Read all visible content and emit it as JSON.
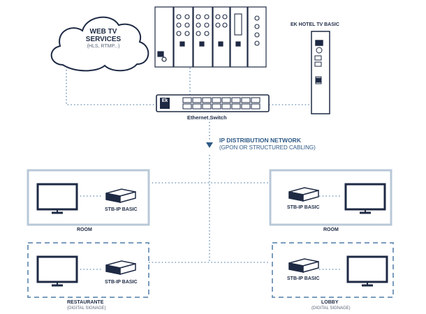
{
  "cloud": {
    "line1": "WEB TV",
    "line2": "SERVICES",
    "line3": "(HLS, RTMP...)"
  },
  "headend": {
    "title": "EK HOTEL TV BASIC"
  },
  "switch": {
    "label": "Ethernet Switch",
    "logo": "Ek"
  },
  "network": {
    "title": "IP DISTRIBUTION NETWORK",
    "subtitle": "(GPON OR STRUCTURED CABLING)"
  },
  "zones": {
    "room_left": {
      "stb": "STB-IP BASIC",
      "caption": "ROOM"
    },
    "room_right": {
      "stb": "STB-IP BASIC",
      "caption": "ROOM"
    },
    "restaurant": {
      "stb": "STB-IP BASIC",
      "caption": "RESTAURANTE",
      "sub": "(DIGITAL SIGNAGE)"
    },
    "lobby": {
      "stb": "STB-IP BASIC",
      "caption": "LOBBY",
      "sub": "(DIGITAL SIGNAGE)"
    }
  },
  "colors": {
    "navy": "#1e2a44",
    "dotted": "#7a9cbc",
    "frame": "#b8c8d8",
    "accent": "#2e5a86"
  }
}
